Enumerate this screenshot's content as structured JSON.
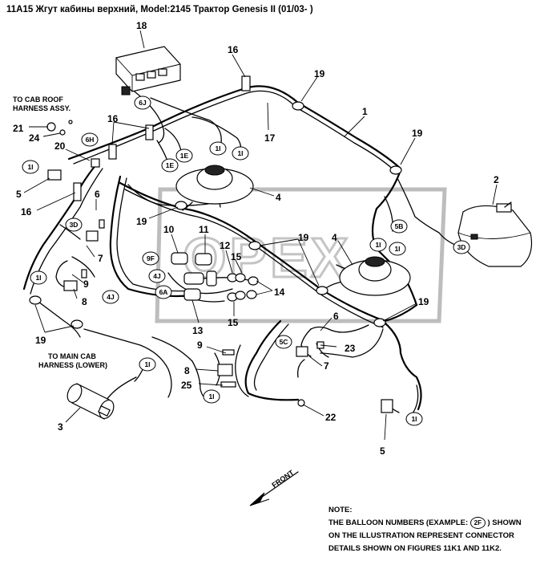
{
  "title": "11A15 Жгут кабины верхний, Model:2145 Трактор Genesis II (01/03- )",
  "watermark": "OPEX",
  "callouts": [
    {
      "id": "c18",
      "text": "18"
    },
    {
      "id": "c16a",
      "text": "16"
    },
    {
      "id": "c19a",
      "text": "19"
    },
    {
      "id": "c1",
      "text": "1"
    },
    {
      "id": "c16b",
      "text": "16"
    },
    {
      "id": "c17",
      "text": "17"
    },
    {
      "id": "c21",
      "text": "21"
    },
    {
      "id": "c24",
      "text": "24"
    },
    {
      "id": "c20",
      "text": "20"
    },
    {
      "id": "c19b",
      "text": "19"
    },
    {
      "id": "c2",
      "text": "2"
    },
    {
      "id": "c5a",
      "text": "5"
    },
    {
      "id": "c6a",
      "text": "6"
    },
    {
      "id": "c4a",
      "text": "4"
    },
    {
      "id": "c16c",
      "text": "16"
    },
    {
      "id": "c19c",
      "text": "19"
    },
    {
      "id": "c10",
      "text": "10"
    },
    {
      "id": "c11",
      "text": "11"
    },
    {
      "id": "c12",
      "text": "12"
    },
    {
      "id": "c19d",
      "text": "19"
    },
    {
      "id": "c4b",
      "text": "4"
    },
    {
      "id": "c7a",
      "text": "7"
    },
    {
      "id": "c15a",
      "text": "15"
    },
    {
      "id": "c9a",
      "text": "9"
    },
    {
      "id": "c14",
      "text": "14"
    },
    {
      "id": "c8a",
      "text": "8"
    },
    {
      "id": "c19e",
      "text": "19"
    },
    {
      "id": "c13",
      "text": "13"
    },
    {
      "id": "c15b",
      "text": "15"
    },
    {
      "id": "c19f",
      "text": "19"
    },
    {
      "id": "c6b",
      "text": "6"
    },
    {
      "id": "c9b",
      "text": "9"
    },
    {
      "id": "c23",
      "text": "23"
    },
    {
      "id": "c7b",
      "text": "7"
    },
    {
      "id": "c8b",
      "text": "8"
    },
    {
      "id": "c25",
      "text": "25"
    },
    {
      "id": "c3",
      "text": "3"
    },
    {
      "id": "c22",
      "text": "22"
    },
    {
      "id": "c5b",
      "text": "5"
    }
  ],
  "balloons": [
    {
      "id": "b6J",
      "text": "6J"
    },
    {
      "id": "b1Ea",
      "text": "1E"
    },
    {
      "id": "b1Eb",
      "text": "1E"
    },
    {
      "id": "b1Ia",
      "text": "1I"
    },
    {
      "id": "b1Ib",
      "text": "1I"
    },
    {
      "id": "b6H",
      "text": "6H"
    },
    {
      "id": "b1Ic",
      "text": "1I"
    },
    {
      "id": "b3Da",
      "text": "3D"
    },
    {
      "id": "b9F",
      "text": "9F"
    },
    {
      "id": "b4Ja",
      "text": "4J"
    },
    {
      "id": "b6A",
      "text": "6A"
    },
    {
      "id": "b4Jb",
      "text": "4J"
    },
    {
      "id": "b1Id",
      "text": "1I"
    },
    {
      "id": "b1Ie",
      "text": "1I"
    },
    {
      "id": "b1If",
      "text": "1I"
    },
    {
      "id": "b5B",
      "text": "5B"
    },
    {
      "id": "b3Db",
      "text": "3D"
    },
    {
      "id": "b5C",
      "text": "5C"
    },
    {
      "id": "b1Ig",
      "text": "1I"
    },
    {
      "id": "b1Ih",
      "text": "1I"
    }
  ],
  "labels": {
    "roof_line1": "TO CAB ROOF",
    "roof_line2": "HARNESS ASSY.",
    "main_line1": "TO MAIN CAB",
    "main_line2": "HARNESS (LOWER)",
    "front": "FRONT"
  },
  "note": {
    "heading": "NOTE:",
    "line1_before": "THE BALLOON NUMBERS (EXAMPLE:",
    "example": "2F",
    "line1_after": ") SHOWN",
    "line2": "ON THE ILLUSTRATION REPRESENT CONNECTOR",
    "line3": "DETAILS SHOWN ON FIGURES 11K1 AND 11K2."
  }
}
